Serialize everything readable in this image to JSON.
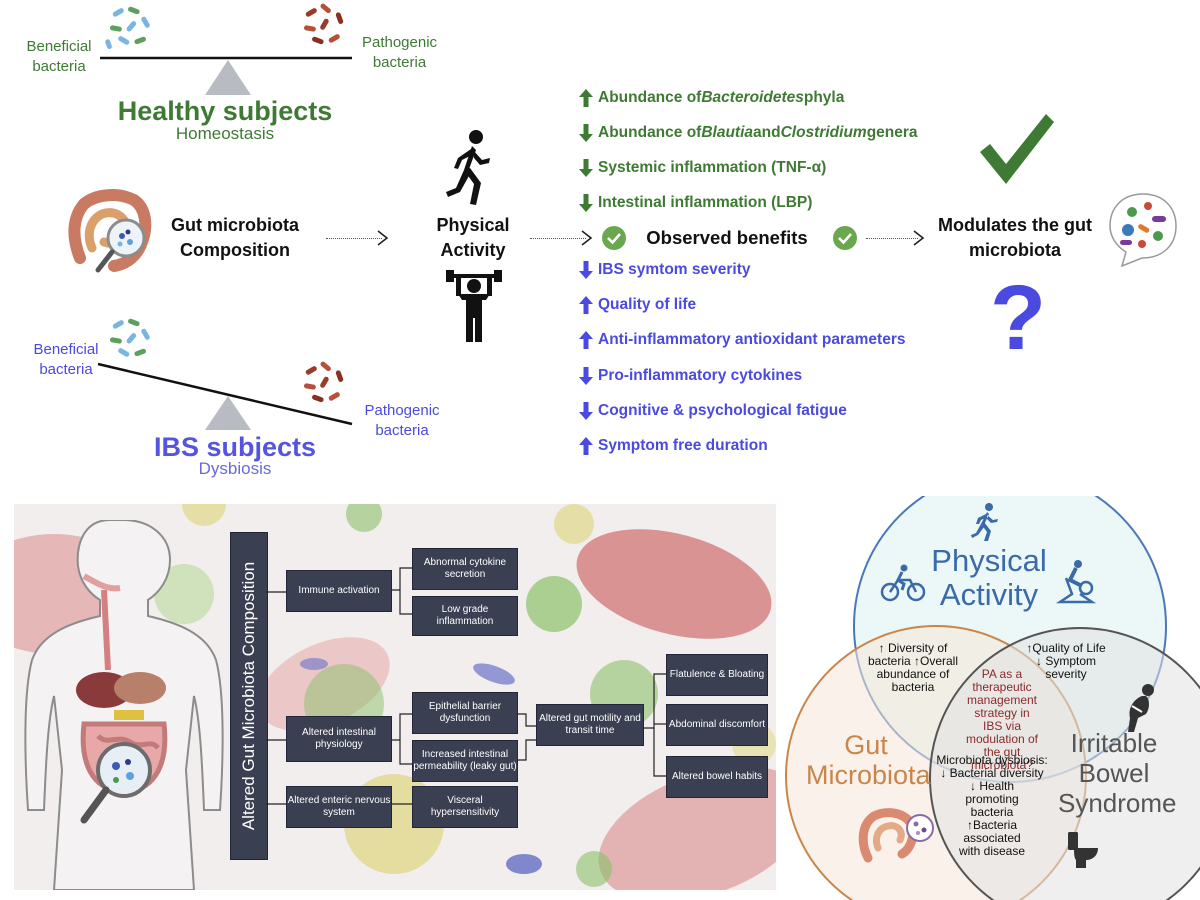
{
  "healthy": {
    "beneficial": "Beneficial bacteria",
    "pathogenic": "Pathogenic bacteria",
    "title": "Healthy subjects",
    "subtitle": "Homeostasis"
  },
  "ibs": {
    "beneficial": "Beneficial bacteria",
    "pathogenic": "Pathogenic bacteria",
    "title": "IBS subjects",
    "subtitle": "Dysbiosis"
  },
  "gut_composition": "Gut microbiota Composition",
  "physical_activity": "Physical Activity",
  "observed_benefits": "Observed benefits",
  "modulates": "Modulates the gut microbiota",
  "question_mark": "?",
  "benefits_green": [
    {
      "pre": "Abundance of ",
      "em": "Bacteroidetes",
      "post": " phyla",
      "direction": "up"
    },
    {
      "pre": "Abundance of ",
      "em": "Blautia",
      "mid": " and ",
      "em2": "Clostridium",
      "post": " genera",
      "direction": "down"
    },
    {
      "pre": "Systemic inflammation (TNF-α)",
      "direction": "down"
    },
    {
      "pre": "Intestinal inflammation (LBP)",
      "direction": "down"
    }
  ],
  "benefits_blue": [
    {
      "text": "IBS symtom severity",
      "direction": "down"
    },
    {
      "text": "Quality of life",
      "direction": "up"
    },
    {
      "text": "Anti-inflammatory antioxidant parameters",
      "direction": "up"
    },
    {
      "text": "Pro-inflammatory cytokines",
      "direction": "down"
    },
    {
      "text": "Cognitive & psychological fatigue",
      "direction": "down"
    },
    {
      "text": "Symptom free duration",
      "direction": "up"
    }
  ],
  "flow": {
    "vertical_title": "Altered Gut Microbiota Composition",
    "immune": "Immune activation",
    "cytokine": "Abnormal cytokine secretion",
    "low_grade": "Low grade inflammation",
    "intestinal_phys": "Altered intestinal physiology",
    "epithelial": "Epithelial barrier dysfunction",
    "permeability": "Increased intestinal permeability (leaky gut)",
    "motility": "Altered gut motility and transit time",
    "flatulence": "Flatulence & Bloating",
    "abdominal": "Abdominal discomfort",
    "bowel": "Altered bowel habits",
    "enteric": "Altered enteric nervous system",
    "visceral": "Visceral hypersensitivity"
  },
  "venn": {
    "pa": "Physical Activity",
    "gut": "Gut Microbiota",
    "ibs": "Irritable Bowel Syndrome",
    "pa_gut": "↑ Diversity of bacteria ↑Overall abundance of bacteria",
    "pa_ibs": "↑Quality of Life ↓ Symptom severity",
    "center": "PA as a therapeutic management strategy in IBS via modulation of the gut microbiota?",
    "gut_ibs_title": "Microbiota dysbiosis:",
    "gut_ibs_1": "↓ Bacterial diversity",
    "gut_ibs_2": "↓ Health promoting bacteria",
    "gut_ibs_3": "↑Bacteria associated with disease"
  },
  "colors": {
    "green": "#3f7a34",
    "blue": "#4a4ae0",
    "box": "#3a3f52",
    "venn_pa": "#4a78b8",
    "venn_gut": "#c8864a",
    "venn_ibs": "#555555"
  }
}
